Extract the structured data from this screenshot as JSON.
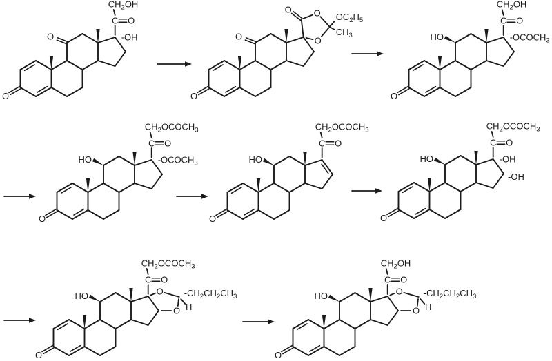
{
  "figure": {
    "kind": "chemical-reaction-scheme",
    "description": "Eight-step steroid synthesis scheme: eight fused-ring steroid structures arranged in three rows, connected by seven reaction arrows",
    "rows": 3,
    "arrow_count": 7,
    "colors": {
      "background": "#ffffff",
      "ink": "#1b1b1b"
    }
  },
  "structures": [
    {
      "a_ring_oxygen": "O",
      "c11": {
        "type": "ketone",
        "label": "O"
      },
      "side_chain": {
        "c21": "CH₂OH",
        "c20": "C",
        "oxygen": "O"
      },
      "c17_substituent": "-OH"
    },
    {
      "a_ring_oxygen": "O",
      "c11": {
        "type": "ketone",
        "label": "O"
      },
      "orthoester": {
        "carbonyl_oxygen": "O",
        "ring_oxygen_top": "O",
        "ring_oxygen_bottom": "O",
        "ethoxy_group": "OC₂H₅",
        "methyl_group": "CH₃"
      }
    },
    {
      "a_ring_oxygen": "O",
      "c11": {
        "type": "hydroxyl",
        "label": "HO"
      },
      "side_chain": {
        "c21": "CH₂OH",
        "c20": "C",
        "oxygen": "O"
      },
      "c17_substituent": "-OCOCH₃"
    },
    {
      "a_ring_oxygen": "O",
      "c11": {
        "type": "hydroxyl",
        "label": "HO"
      },
      "side_chain": {
        "c21": "CH₂OCOCH₃",
        "c20": "C",
        "oxygen": "O"
      },
      "c17_substituent": "-OCOCH₃"
    },
    {
      "a_ring_oxygen": "O",
      "c11": {
        "type": "hydroxyl",
        "label": "HO"
      },
      "side_chain": {
        "c21": "CH₂OCOCH₃",
        "c20": "C",
        "oxygen": "O"
      },
      "delta16": true
    },
    {
      "a_ring_oxygen": "O",
      "c11": {
        "type": "hydroxyl",
        "label": "HO"
      },
      "side_chain": {
        "c21": "CH₂OCOCH₃",
        "c20": "C",
        "oxygen": "O"
      },
      "c17_substituent": "-OH",
      "c16_substituent": "-OH"
    },
    {
      "a_ring_oxygen": "O",
      "c11": {
        "type": "hydroxyl",
        "label": "HO"
      },
      "side_chain": {
        "c21": "CH₂OCOCH₃",
        "c20": "C",
        "oxygen": "O"
      },
      "acetal": {
        "ring_oxygen_top": "O",
        "ring_oxygen_bottom": "O",
        "alkyl_chain": "-CH₂CH₂CH₃",
        "hydrogen": "H"
      }
    },
    {
      "a_ring_oxygen": "O",
      "c11": {
        "type": "hydroxyl",
        "label": "HO"
      },
      "side_chain": {
        "c21": "CH₂OH",
        "c20": "C",
        "oxygen": "O"
      },
      "acetal": {
        "ring_oxygen_top": "O",
        "ring_oxygen_bottom": "O",
        "alkyl_chain": "-CH₂CH₂CH₃",
        "hydrogen": "H"
      }
    }
  ]
}
